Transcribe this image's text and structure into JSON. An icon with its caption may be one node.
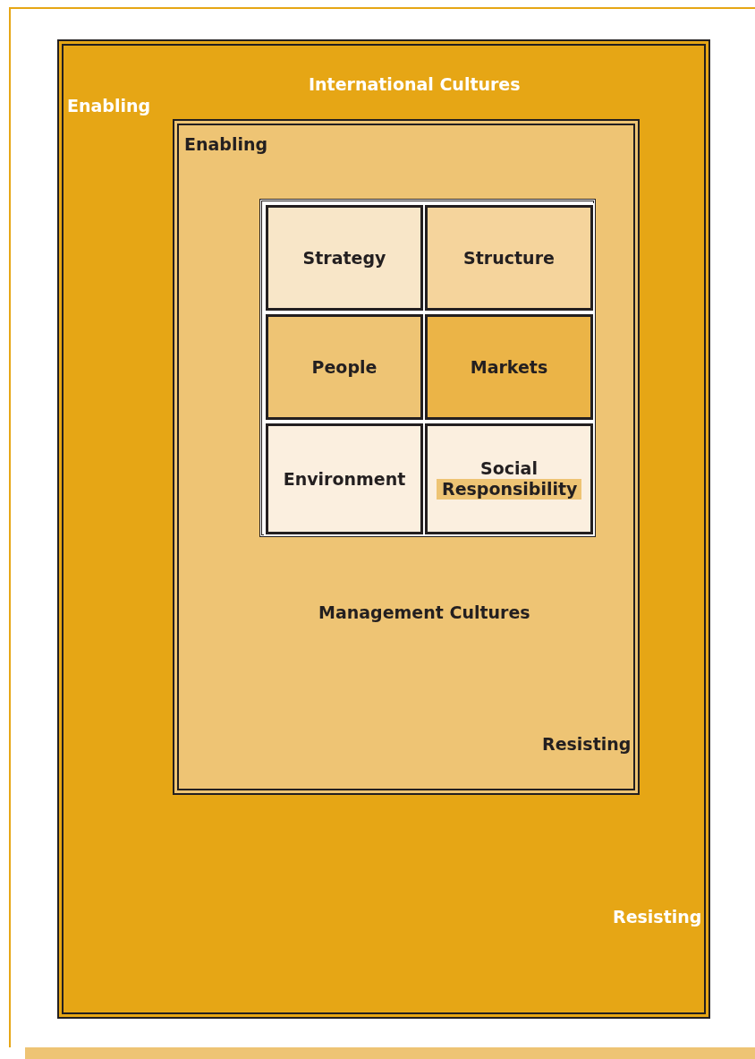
{
  "diagram": {
    "nodes": [
      {
        "text": [
          "International Cultures",
          "Enabling",
          "Resisting"
        ]
      },
      {
        "text": [
          "Enabling",
          "Management Cultures",
          "Resisting"
        ],
        "in": 0
      },
      {
        "text": [],
        "shape": "box",
        "in": 1
      },
      {
        "text": [
          "Strategy"
        ],
        "in": 2
      },
      {
        "text": [
          "Structure"
        ],
        "in": 2
      },
      {
        "text": [
          "People"
        ],
        "in": 2
      },
      {
        "text": [
          "Markets"
        ],
        "in": 2
      },
      {
        "text": [
          "Environment"
        ],
        "in": 2
      },
      {
        "text": [
          "Social Responsibility"
        ],
        "in": 2
      }
    ],
    "edges": []
  }
}
